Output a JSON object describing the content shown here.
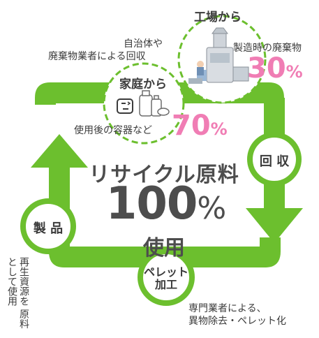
{
  "colors": {
    "green": "#6cbf2e",
    "pink": "#f07db4",
    "text": "#3b3b3b"
  },
  "factory": {
    "label": "工場から",
    "caption": "製造時の廃棄物",
    "percent_value": "30",
    "percent_unit": "%"
  },
  "municipal": {
    "line1": "自治体や",
    "line2": "廃棄物業者による回収"
  },
  "household": {
    "label": "家庭から",
    "caption": "使用後の容器など",
    "percent_value": "70",
    "percent_unit": "%"
  },
  "center": {
    "title": "リサイクル原料",
    "big_number": "100",
    "big_unit": "%",
    "sub": "使用"
  },
  "steps": {
    "collect": "回 収",
    "product": "製 品",
    "pellet_line1": "ペレット",
    "pellet_line2": "加工"
  },
  "notes": {
    "pellet_line1": "専門業者による、",
    "pellet_line2": "異物除去・ペレット化",
    "reuse_col1": "再生資源を",
    "reuse_col2": "原料として使用"
  }
}
